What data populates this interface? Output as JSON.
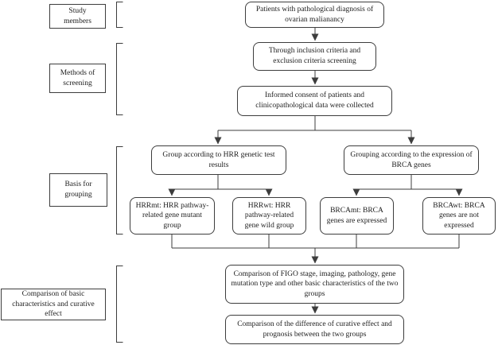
{
  "stage_labels": [
    {
      "text": "Study members"
    },
    {
      "text": "Methods of screening"
    },
    {
      "text": "Basis for grouping"
    },
    {
      "text": "Comparison of basic characteristics and curative effect"
    }
  ],
  "nodes": {
    "patients": "Patients with pathological diagnosis of ovarian malianancy",
    "screening": "Through inclusion criteria and exclusion criteria screening",
    "consent": "Informed consent of patients and clinicopathological data were collected",
    "hrr_group": "Group according to HRR genetic test results",
    "brca_group": "Grouping according to the expression of BRCA genes",
    "hrrmt": "HRRmt: HRR pathway-related gene mutant group",
    "hrrwt": "HRRwt: HRR pathway-related gene wild group",
    "brcamt": "BRCAmt: BRCA genes are expressed",
    "brcawt": "BRCAwt: BRCA genes are not expressed",
    "comparison_basic": "Comparison of FIGO stage, imaging, pathology, gene mutation type and other basic characteristics of the two groups",
    "comparison_outcome": "Comparison of the difference of curative effect and prognosis between the two groups"
  },
  "colors": {
    "line": "#3d3d3d",
    "border": "#3d3d3d",
    "text": "#1c1c1c",
    "background": "#ffffff"
  }
}
